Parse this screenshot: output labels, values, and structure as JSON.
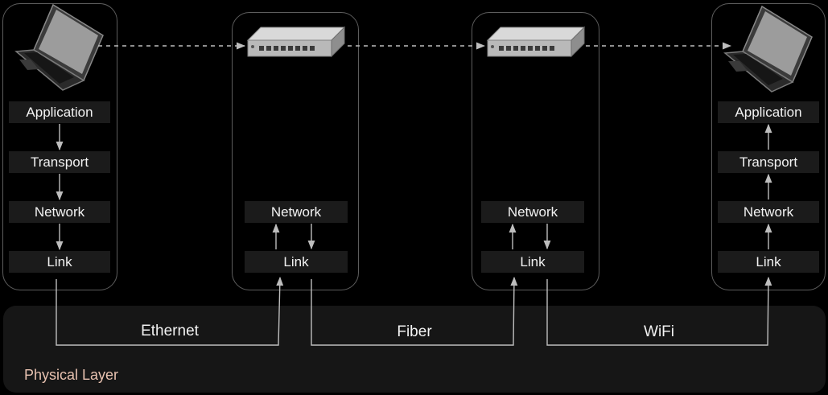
{
  "hosts": {
    "sender": {
      "layers": [
        "Application",
        "Transport",
        "Network",
        "Link"
      ]
    },
    "receiver": {
      "layers": [
        "Application",
        "Transport",
        "Network",
        "Link"
      ]
    }
  },
  "switches": [
    {
      "layers": [
        "Network",
        "Link"
      ]
    },
    {
      "layers": [
        "Network",
        "Link"
      ]
    }
  ],
  "media": [
    "Ethernet",
    "Fiber",
    "WiFi"
  ],
  "physical_layer_label": "Physical Layer",
  "colors": {
    "physical_label": "#e8c2b0",
    "frame": "#5d5d5d",
    "layer_box": "#1b1b1b",
    "arrow": "#bdbdbd"
  },
  "icons": [
    "laptop-icon",
    "network-switch-icon"
  ]
}
